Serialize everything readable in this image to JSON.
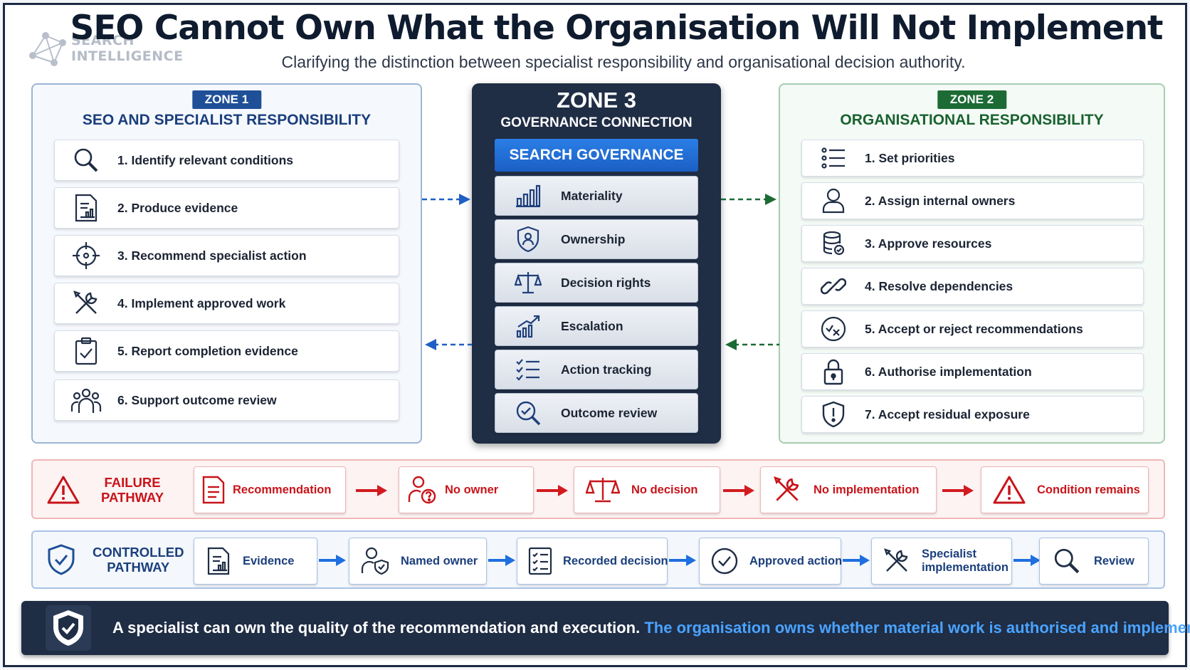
{
  "logo": {
    "line1": "SEARCH",
    "line2": "INTELLIGENCE"
  },
  "title": "SEO Cannot Own What the Organisation Will Not Implement",
  "subtitle": "Clarifying the distinction between specialist responsibility and organisational decision authority.",
  "zone1": {
    "badge": "ZONE 1",
    "heading": "SEO AND SPECIALIST RESPONSIBILITY",
    "items": [
      {
        "label": "1. Identify relevant conditions",
        "icon": "search-icon"
      },
      {
        "label": "2. Produce evidence",
        "icon": "document-chart-icon"
      },
      {
        "label": "3. Recommend specialist action",
        "icon": "target-icon"
      },
      {
        "label": "4. Implement approved work",
        "icon": "tools-icon"
      },
      {
        "label": "5. Report completion evidence",
        "icon": "clipboard-check-icon"
      },
      {
        "label": "6. Support outcome review",
        "icon": "team-icon"
      }
    ]
  },
  "zone3": {
    "badge": "ZONE 3",
    "heading": "GOVERNANCE CONNECTION",
    "banner": "SEARCH GOVERNANCE",
    "items": [
      {
        "label": "Materiality",
        "icon": "bar-chart-icon"
      },
      {
        "label": "Ownership",
        "icon": "shield-user-icon"
      },
      {
        "label": "Decision rights",
        "icon": "scales-icon"
      },
      {
        "label": "Escalation",
        "icon": "trend-up-icon"
      },
      {
        "label": "Action tracking",
        "icon": "checklist-icon"
      },
      {
        "label": "Outcome review",
        "icon": "magnifier-check-icon"
      }
    ]
  },
  "zone2": {
    "badge": "ZONE 2",
    "heading": "ORGANISATIONAL RESPONSIBILITY",
    "items": [
      {
        "label": "1. Set priorities",
        "icon": "list-icon"
      },
      {
        "label": "2. Assign internal owners",
        "icon": "user-icon"
      },
      {
        "label": "3. Approve resources",
        "icon": "database-icon"
      },
      {
        "label": "4. Resolve dependencies",
        "icon": "link-icon"
      },
      {
        "label": "5. Accept or reject recommendations",
        "icon": "circle-check-x-icon"
      },
      {
        "label": "6. Authorise implementation",
        "icon": "lock-icon"
      },
      {
        "label": "7. Accept residual exposure",
        "icon": "shield-alert-icon"
      }
    ]
  },
  "failure": {
    "heading_line1": "FAILURE",
    "heading_line2": "PATHWAY",
    "steps": [
      {
        "label": "Recommendation",
        "icon": "document-icon"
      },
      {
        "label": "No owner",
        "icon": "user-question-icon"
      },
      {
        "label": "No decision",
        "icon": "scales-icon"
      },
      {
        "label": "No implementation",
        "icon": "tools-icon"
      },
      {
        "label": "Condition remains",
        "icon": "warning-icon"
      }
    ]
  },
  "controlled": {
    "heading_line1": "CONTROLLED",
    "heading_line2": "PATHWAY",
    "steps": [
      {
        "label": "Evidence",
        "icon": "document-chart-icon"
      },
      {
        "label": "Named owner",
        "icon": "user-shield-icon"
      },
      {
        "label": "Recorded decision",
        "icon": "checklist-icon"
      },
      {
        "label": "Approved action",
        "icon": "circle-check-icon"
      },
      {
        "label": "Specialist implementation",
        "line1": "Specialist",
        "line2": "implementation",
        "icon": "tools-icon"
      },
      {
        "label": "Review",
        "icon": "search-icon"
      }
    ]
  },
  "footer": {
    "text_white": "A specialist can own the quality of the recommendation and execution.",
    "text_blue": "The organisation owns whether material work is authorised and implemented."
  },
  "colors": {
    "navy": "#1f2d45",
    "zone1_blue": "#1f4f97",
    "zone2_green": "#1c6b34",
    "failure_red": "#c8141a",
    "accent_blue": "#4aa3ff"
  }
}
